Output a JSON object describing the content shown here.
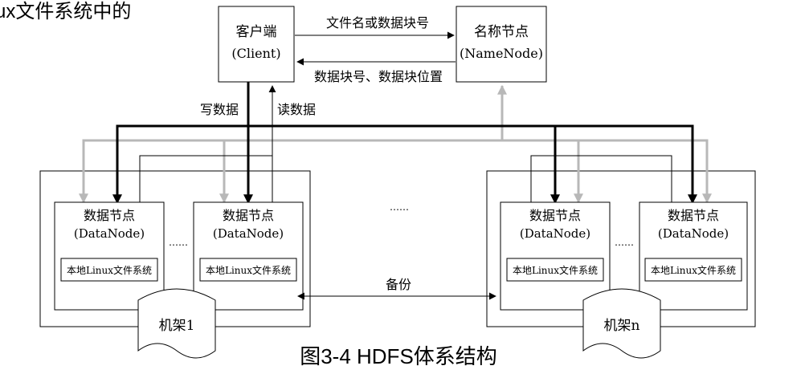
{
  "header_text": "ux文件系统中的",
  "client": {
    "name": "客户端",
    "sub": "(Client)"
  },
  "namenode": {
    "name": "名称节点",
    "sub": "(NameNode)"
  },
  "edges": {
    "to_namenode": "文件名或数据块号",
    "to_client": "数据块号、数据块位置",
    "write": "写数据",
    "read": "读数据",
    "backup": "备份"
  },
  "datanode": {
    "name": "数据节点",
    "sub": "(DataNode)",
    "fs": "本地Linux文件系统"
  },
  "ellipsis_inner": "……",
  "ellipsis_middle": "……",
  "racks": [
    "机架1",
    "机架n"
  ],
  "caption": "图3-4 HDFS体系结构",
  "colors": {
    "line": "#000000",
    "gray_arrow": "#b8b8b8"
  }
}
